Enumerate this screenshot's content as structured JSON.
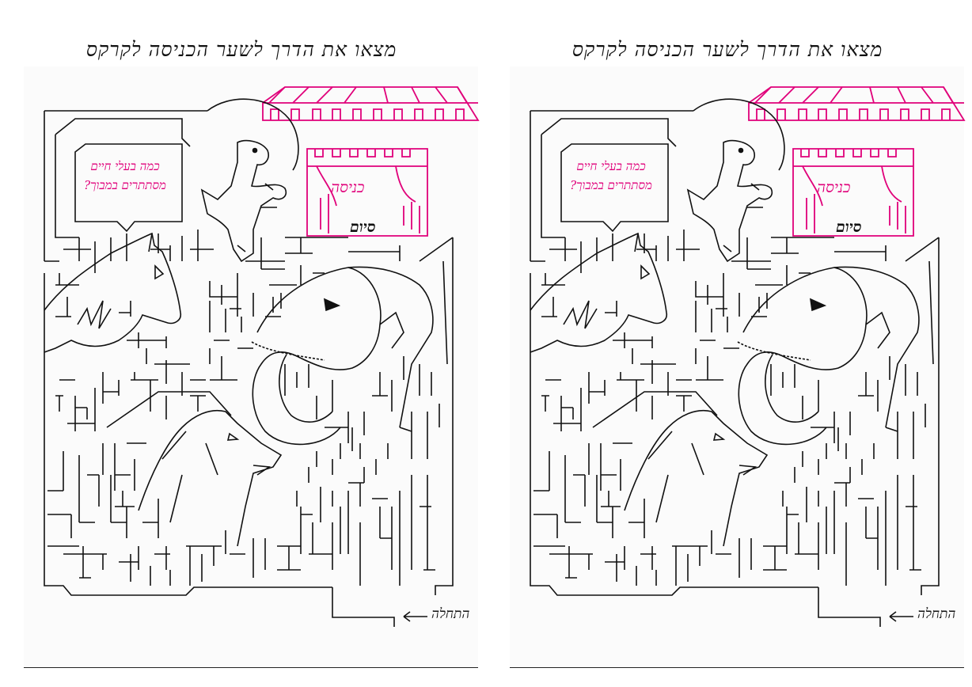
{
  "worksheet": {
    "title": "מצאו את הדרך לשער הכניסה לקרקס",
    "question": "כמה בעלי חיים מסתתרים במבוך?",
    "gate_label": "כניסה",
    "finish_label": "סיום",
    "start_label": "התחלה"
  },
  "copies": [
    {
      "side": "left"
    },
    {
      "side": "right"
    }
  ],
  "colors": {
    "ink": "#111111",
    "accent": "#e0007a",
    "paper": "#fbfbfb"
  },
  "hidden_animals": [
    "horse-icon",
    "dog-icon",
    "elephant-icon",
    "giraffe-icon"
  ]
}
